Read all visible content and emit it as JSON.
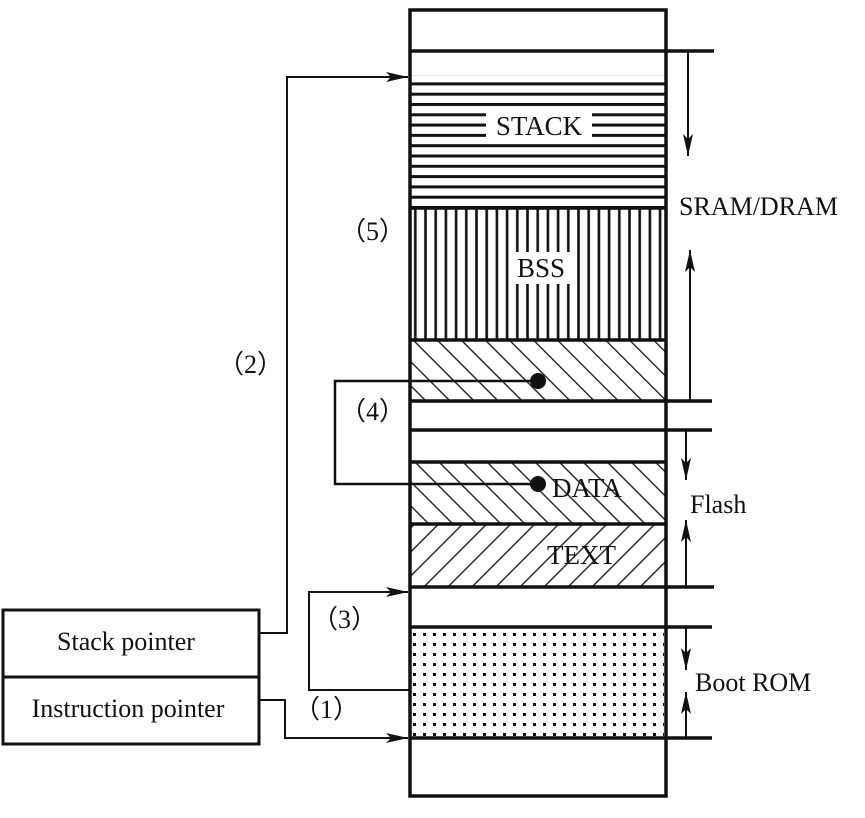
{
  "title": "Memory map with stack pointer and instruction pointer",
  "colors": {
    "ink": "#111111",
    "background": "#ffffff"
  },
  "segments": [
    {
      "id": "stack",
      "label": "STACK",
      "pattern": "horizontal-lines"
    },
    {
      "id": "bss",
      "label": "BSS",
      "pattern": "vertical-lines"
    },
    {
      "id": "data-ram",
      "label": "",
      "pattern": "backslash-hatch"
    },
    {
      "id": "data-flash",
      "label": "DATA",
      "pattern": "backslash-hatch"
    },
    {
      "id": "text",
      "label": "TEXT",
      "pattern": "slash-hatch"
    },
    {
      "id": "boot",
      "label": "",
      "pattern": "dots"
    }
  ],
  "regions": {
    "sram": "SRAM/DRAM",
    "flash": "Flash",
    "boot_rom": "Boot ROM"
  },
  "registers": {
    "stack_pointer": "Stack pointer",
    "instruction_pointer": "Instruction pointer"
  },
  "steps": {
    "s1": "（1）",
    "s2": "（2）",
    "s3": "（3）",
    "s4": "（4）",
    "s5": "（5）"
  }
}
